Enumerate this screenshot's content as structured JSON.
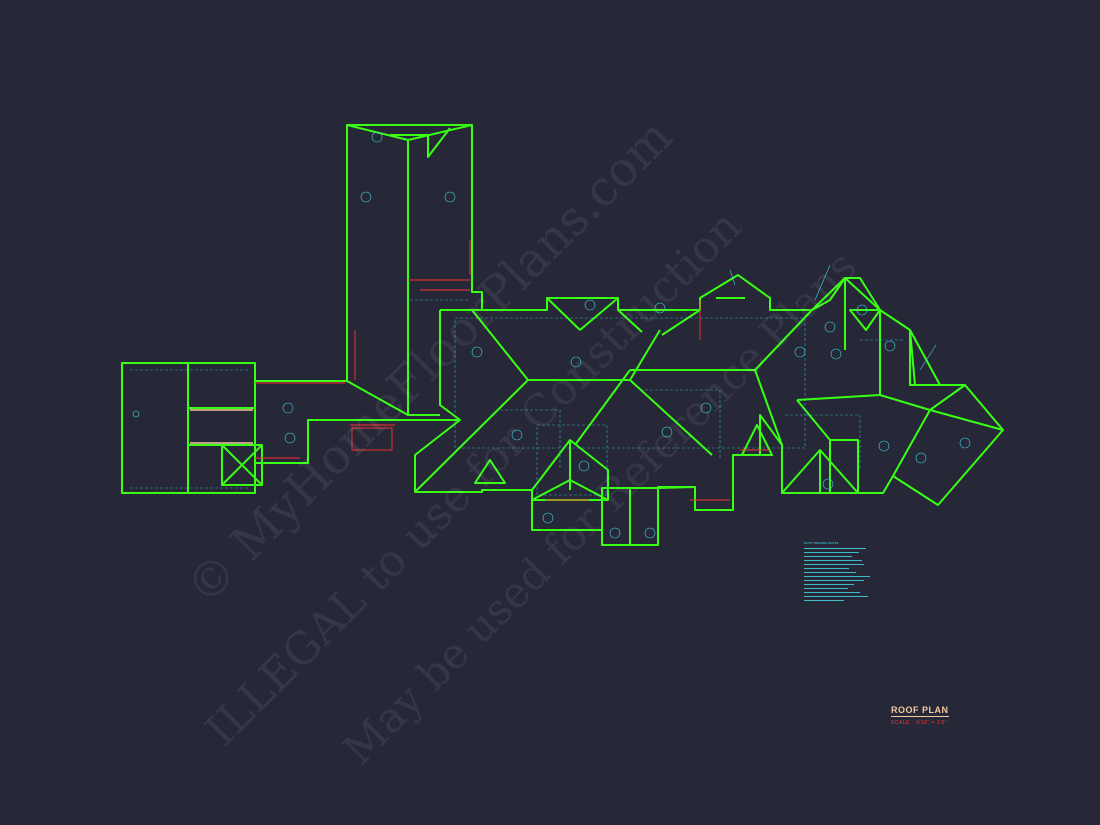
{
  "plan": {
    "title": "ROOF PLAN",
    "scale": "SCALE : 3/16\" = 1'0\""
  },
  "watermark": {
    "line1": "© MyHomeFloorPlans.com",
    "line2": "ILLEGAL to use for Construction",
    "line3": "May be used for Reference Plans"
  },
  "notes_block": {
    "title": "ROOF FRAMING NOTES:",
    "line_count": 14
  },
  "colors": {
    "background": "#262838",
    "outline": "#39ff14",
    "annotation": "#3fd5e6",
    "callout": "#ff3030",
    "title": "#f2c9a0",
    "watermark": "rgba(255,255,255,0.07)"
  }
}
